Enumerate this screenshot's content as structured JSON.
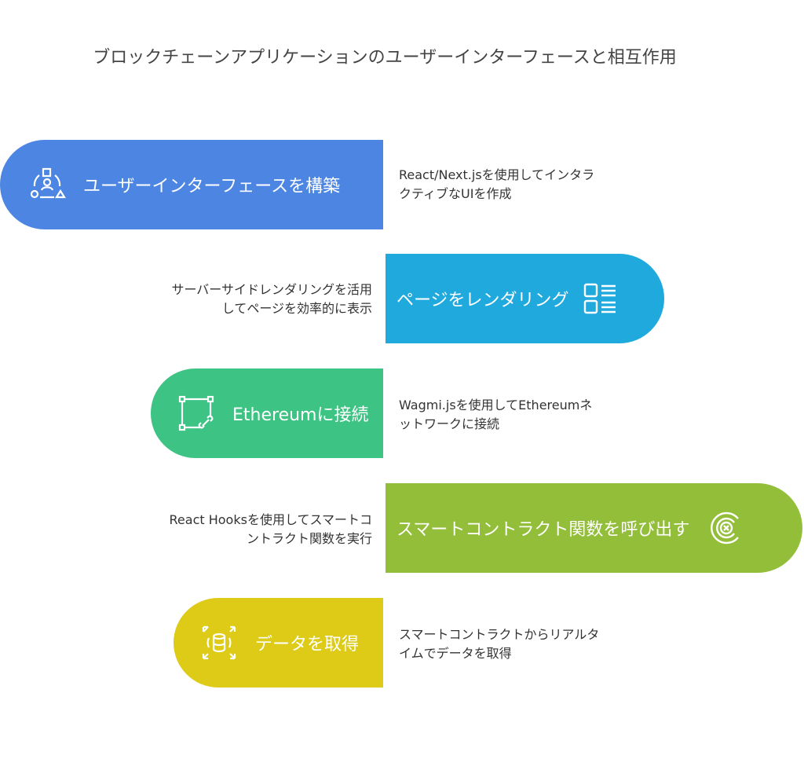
{
  "title": "ブロックチェーンアプリケーションのユーザーインターフェースと相互作用",
  "colors": {
    "blue": "#4C86E2",
    "cyan": "#1FA9DC",
    "green": "#3DC383",
    "lime": "#93BE3A",
    "yellow": "#DDCB17"
  },
  "steps": [
    {
      "label": "ユーザーインターフェースを構築",
      "description": "React/Next.jsを使用してインタラクティブなUIを作成",
      "icon": "people-shapes-icon"
    },
    {
      "label": "ページをレンダリング",
      "description": "サーバーサイドレンダリングを活用してページを効率的に表示",
      "icon": "layout-list-icon"
    },
    {
      "label": "Ethereumに接続",
      "description": "Wagmi.jsを使用してEthereumネットワークに接続",
      "icon": "link-frame-icon"
    },
    {
      "label": "スマートコントラクト関数を呼び出す",
      "description": "React Hooksを使用してスマートコントラクト関数を実行",
      "icon": "contract-x-icon"
    },
    {
      "label": "データを取得",
      "description": "スマートコントラクトからリアルタイムでデータを取得",
      "icon": "database-expand-icon"
    }
  ]
}
